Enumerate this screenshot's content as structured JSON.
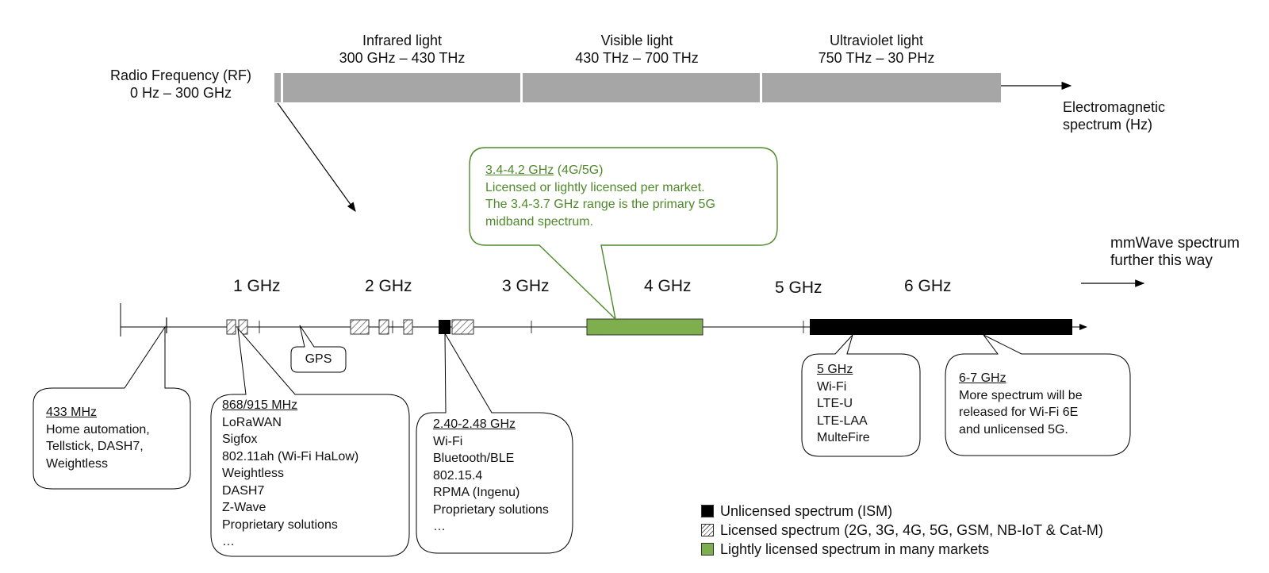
{
  "spectrum": {
    "rf": {
      "name": "Radio Frequency (RF)",
      "range": "0 Hz – 300 GHz"
    },
    "infrared": {
      "name": "Infrared light",
      "range": "300 GHz – 430 THz"
    },
    "visible": {
      "name": "Visible light",
      "range": "430 THz – 700 THz"
    },
    "ultraviolet": {
      "name": "Ultraviolet light",
      "range": "750 THz – 30 PHz"
    },
    "axis_label_1": "Electromagnetic",
    "axis_label_2": "spectrum (Hz)"
  },
  "axis": {
    "ticks": [
      "1 GHz",
      "2 GHz",
      "3 GHz",
      "4 GHz",
      "5 GHz",
      "6 GHz"
    ],
    "mmwave_1": "mmWave spectrum",
    "mmwave_2": "further this way",
    "gps": "GPS"
  },
  "callouts": {
    "midband": {
      "title": "3.4-4.2 GHz",
      "suffix": " (4G/5G)",
      "lines": [
        "Licensed or lightly licensed per market.",
        "The 3.4-3.7 GHz range is the primary 5G",
        "midband spectrum."
      ]
    },
    "c433": {
      "title": "433 MHz",
      "lines": [
        "Home automation,",
        "Tellstick, DASH7,",
        "Weightless"
      ]
    },
    "c868": {
      "title": "868/915 MHz",
      "lines": [
        "LoRaWAN",
        "Sigfox",
        "802.11ah (Wi-Fi HaLow)",
        "Weightless",
        "DASH7",
        "Z-Wave",
        "Proprietary solutions",
        "…"
      ]
    },
    "c24": {
      "title": "2.40-2.48 GHz",
      "lines": [
        "Wi-Fi",
        "Bluetooth/BLE",
        "802.15.4",
        "RPMA (Ingenu)",
        "Proprietary solutions",
        "…"
      ]
    },
    "c5": {
      "title": "5 GHz",
      "lines": [
        "Wi-Fi",
        "LTE-U",
        "LTE-LAA",
        "MulteFire"
      ]
    },
    "c67": {
      "title": "6-7 GHz",
      "lines": [
        "More spectrum will be",
        "released for Wi-Fi 6E",
        "and unlicensed 5G."
      ]
    }
  },
  "legend": {
    "unlicensed": "Unlicensed spectrum (ISM)",
    "licensed": "Licensed spectrum (2G, 3G, 4G, 5G, GSM, NB-IoT & Cat-M)",
    "lightly": "Lightly licensed spectrum in many markets"
  },
  "colors": {
    "band_gray": "#a6a6a6",
    "green_fill": "#7fae4f",
    "green_text": "#4f8a2a",
    "unlicensed": "#000000"
  }
}
